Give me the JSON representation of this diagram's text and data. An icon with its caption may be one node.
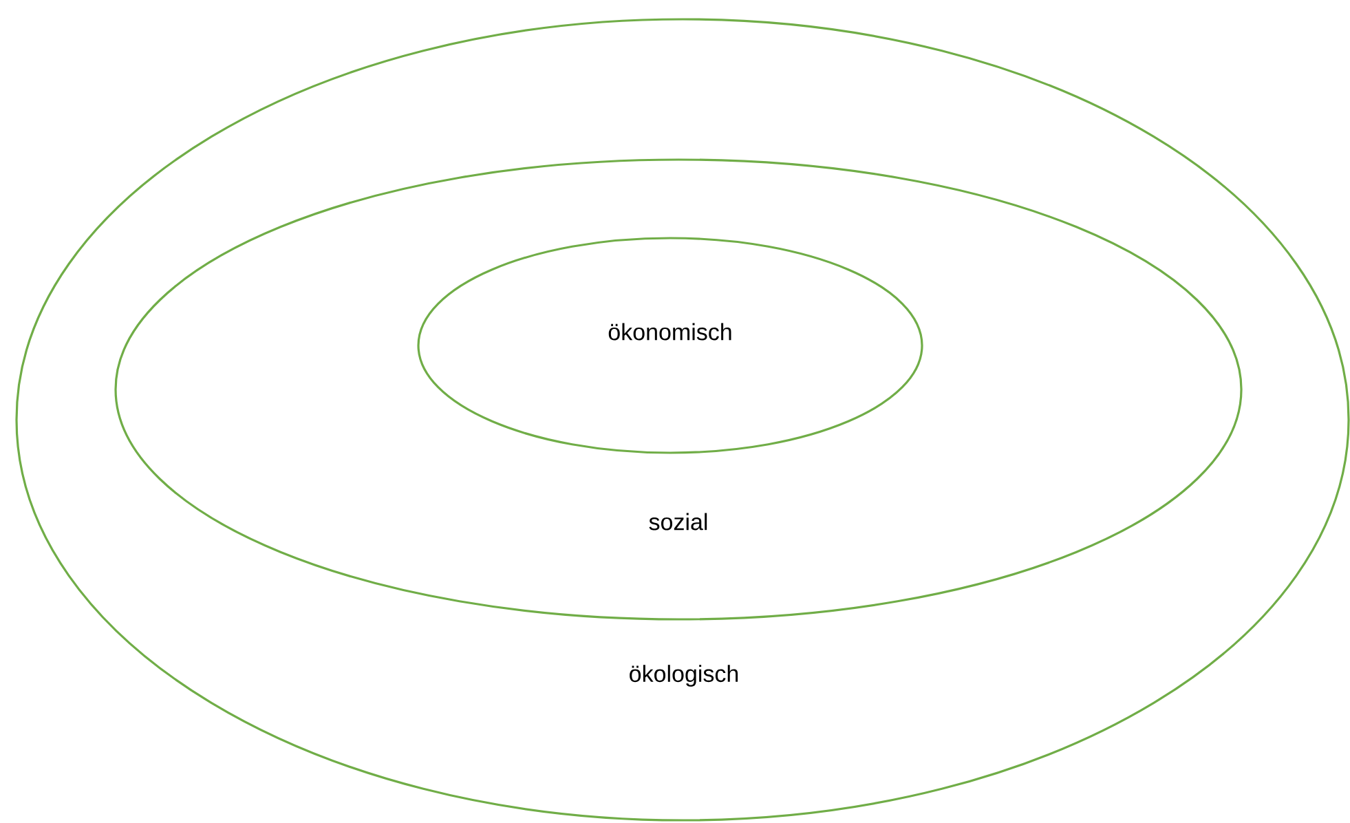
{
  "diagram": {
    "nodes": [
      {
        "text": [
          "ökologisch"
        ]
      },
      {
        "text": [
          "sozial"
        ],
        "in": 0
      },
      {
        "text": [
          "ökonomisch"
        ],
        "in": 1
      }
    ]
  }
}
